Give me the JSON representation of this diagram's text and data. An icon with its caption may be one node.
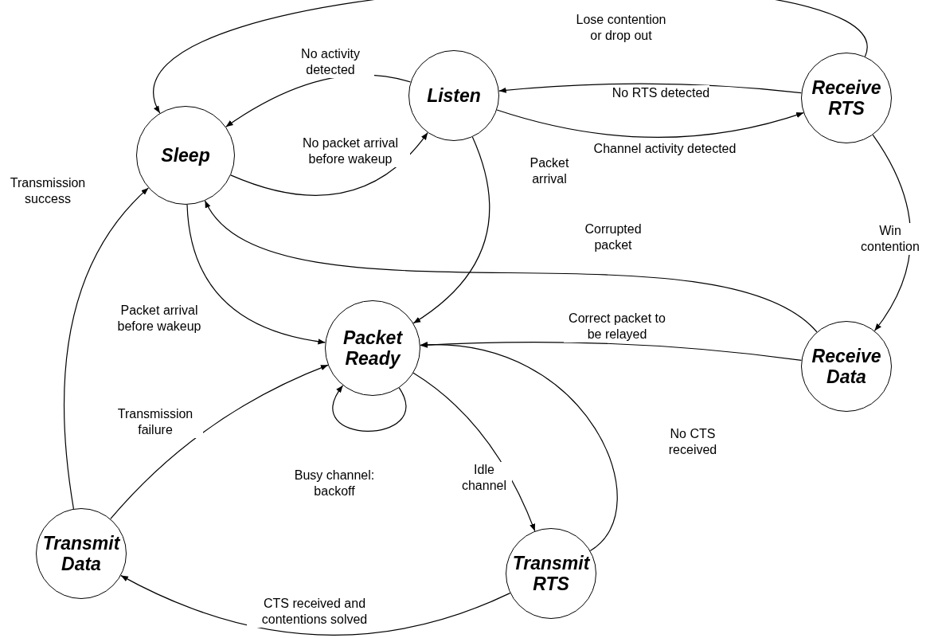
{
  "diagram": {
    "nodes": [
      {
        "text": [
          "Sleep"
        ]
      },
      {
        "text": [
          "Listen"
        ]
      },
      {
        "text": [
          "Receive RTS"
        ]
      },
      {
        "text": [
          "Packet Ready"
        ]
      },
      {
        "text": [
          "Receive Data"
        ]
      },
      {
        "text": [
          "Transmit Data"
        ]
      },
      {
        "text": [
          "Transmit RTS"
        ]
      }
    ],
    "edges": [
      {
        "from": 1,
        "to": 0,
        "arrow": "to",
        "label": "No activity detected"
      },
      {
        "from": 2,
        "to": 0,
        "arrow": "to",
        "label": "Lose contention or drop out"
      },
      {
        "from": 2,
        "to": 1,
        "arrow": "to",
        "label": "No RTS detected"
      },
      {
        "from": 1,
        "to": 2,
        "arrow": "to",
        "label": "Channel activity detected"
      },
      {
        "from": 0,
        "to": 1,
        "arrow": "to",
        "label": "No packet arrival before wakeup"
      },
      {
        "from": 1,
        "to": 3,
        "arrow": "to",
        "label": "Packet arrival"
      },
      {
        "from": 2,
        "to": 4,
        "arrow": "to",
        "label": "Win contention"
      },
      {
        "from": 4,
        "to": 0,
        "arrow": "to",
        "label": "Corrupted packet"
      },
      {
        "from": 4,
        "to": 3,
        "arrow": "to",
        "label": "Correct packet to be relayed"
      },
      {
        "from": 0,
        "to": 3,
        "arrow": "to",
        "label": "Packet arrival before wakeup"
      },
      {
        "from": 5,
        "to": 0,
        "arrow": "to",
        "label": "Transmission success"
      },
      {
        "from": 5,
        "to": 3,
        "arrow": "to",
        "label": "Transmission failure"
      },
      {
        "from": 3,
        "to": 3,
        "arrow": "to",
        "label": "Busy channel: backoff"
      },
      {
        "from": 3,
        "to": 6,
        "arrow": "to",
        "label": "Idle channel"
      },
      {
        "from": 6,
        "to": 3,
        "arrow": "to",
        "label": "No CTS received"
      },
      {
        "from": 6,
        "to": 5,
        "arrow": "to",
        "label": "CTS received and contentions solved"
      }
    ]
  }
}
